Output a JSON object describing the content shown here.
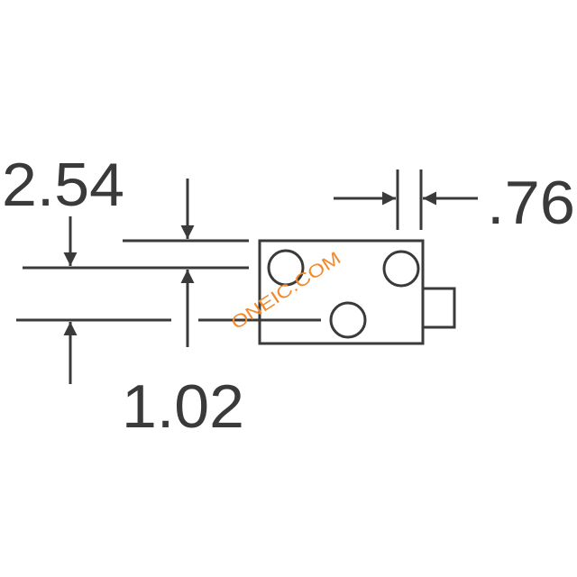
{
  "dimensions": {
    "pin_pitch": "2.54",
    "pin_offset": "1.02",
    "tab_gap": ".76"
  },
  "watermark": "ONEIC.COM",
  "colors": {
    "line": "#3a3a3a",
    "watermark": "#f08a2c",
    "background": "#ffffff"
  }
}
